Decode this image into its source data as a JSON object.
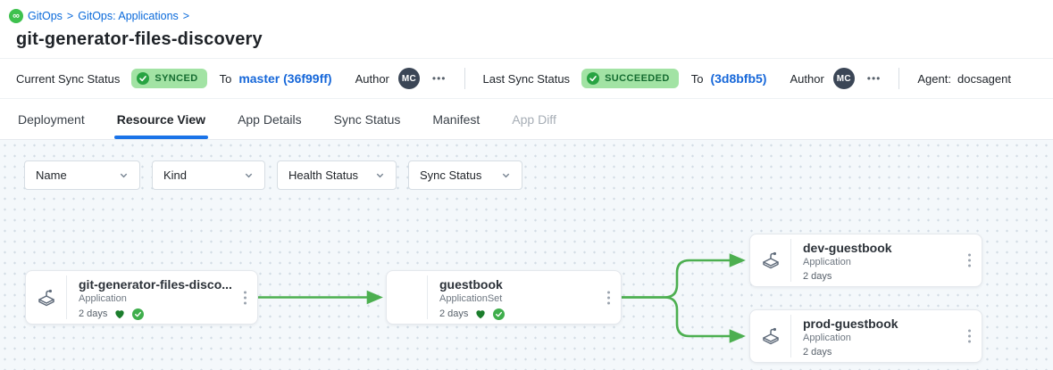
{
  "colors": {
    "accent_blue": "#1a73e8",
    "link_blue": "#0969da",
    "commit_blue": "#1667d9",
    "edge_green": "#4caf50",
    "pill_bg": "#a2e3a4",
    "pill_text": "#156d31",
    "health_heart_green": "#1b7d2c",
    "sync_check_green": "#3fae4c",
    "graph_bg": "#f4f8fb"
  },
  "breadcrumb": {
    "logo": "gitops-logo",
    "separator": ">",
    "items": [
      {
        "label": "GitOps"
      },
      {
        "label": "GitOps: Applications"
      }
    ]
  },
  "page": {
    "title": "git-generator-files-discovery"
  },
  "status_bar": {
    "more_label": "•••",
    "current": {
      "label": "Current Sync Status",
      "badge": "SYNCED",
      "to": "To",
      "revision": "master (36f99ff)",
      "author_label": "Author",
      "author_initials": "MC"
    },
    "last": {
      "label": "Last Sync Status",
      "badge": "SUCCEEDED",
      "to": "To",
      "revision": "(3d8bfb5)",
      "author_label": "Author",
      "author_initials": "MC"
    },
    "agent": {
      "label": "Agent:",
      "value": "docsagent"
    }
  },
  "tabs": [
    {
      "label": "Deployment"
    },
    {
      "label": "Resource View",
      "active": true
    },
    {
      "label": "App Details"
    },
    {
      "label": "Sync Status"
    },
    {
      "label": "Manifest"
    },
    {
      "label": "App Diff",
      "disabled": true
    }
  ],
  "filters": [
    {
      "label": "Name"
    },
    {
      "label": "Kind"
    },
    {
      "label": "Health Status"
    },
    {
      "label": "Sync Status"
    }
  ],
  "graph": {
    "nodes": [
      {
        "title": "git-generator-files-disco...",
        "kind": "Application",
        "age": "2 days",
        "healthy": true,
        "synced": true
      },
      {
        "title": "guestbook",
        "kind": "ApplicationSet",
        "age": "2 days",
        "healthy": true,
        "synced": true
      },
      {
        "title": "dev-guestbook",
        "kind": "Application",
        "age": "2 days"
      },
      {
        "title": "prod-guestbook",
        "kind": "Application",
        "age": "2 days"
      }
    ],
    "edges": [
      {
        "from": "git-generator-files-discovery",
        "to": "guestbook"
      },
      {
        "from": "guestbook",
        "to": "dev-guestbook"
      },
      {
        "from": "guestbook",
        "to": "prod-guestbook"
      }
    ]
  }
}
